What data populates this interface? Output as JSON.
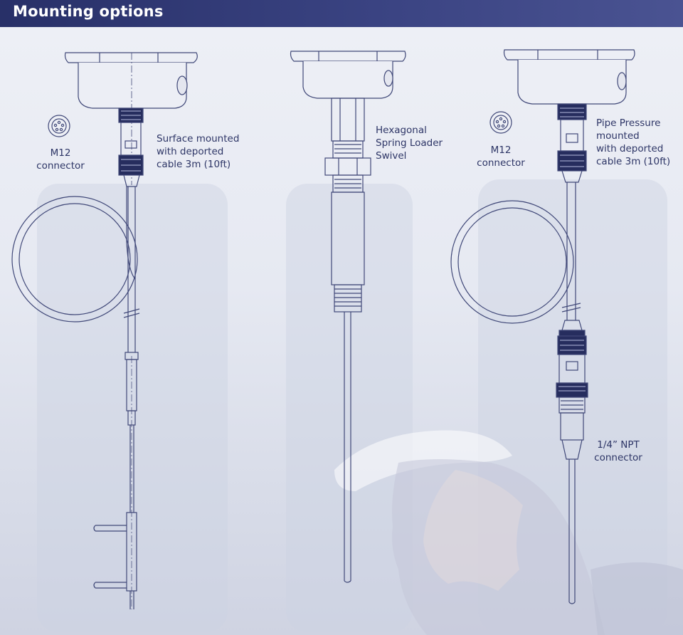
{
  "header": {
    "title": "Mounting options"
  },
  "left": {
    "connector_label": [
      "M12",
      "connector"
    ],
    "callout": [
      "Surface mounted",
      "with deported",
      "cable 3m (10ft)"
    ]
  },
  "middle": {
    "callout": [
      "Hexagonal",
      "Spring Loader",
      "Swivel"
    ]
  },
  "right": {
    "connector_label": [
      "M12",
      "connector"
    ],
    "callout": [
      "Pipe Pressure",
      "mounted",
      "with deported",
      "cable 3m (10ft)"
    ],
    "npt_callout": [
      "1/4” NPT",
      "connector"
    ]
  },
  "colors": {
    "header": "#2f3873",
    "line": "#404878",
    "nut": "#262d5e",
    "text": "#2d3566"
  }
}
